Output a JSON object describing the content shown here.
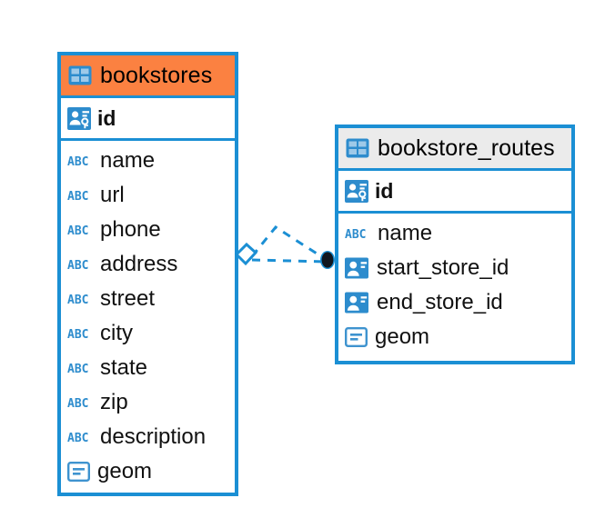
{
  "diagram": {
    "type": "entity-relationship-diagram",
    "background": "#ffffff",
    "accent_blue": "#1b8fd4",
    "accent_orange": "#fb8141",
    "header_grey": "#ebebeb"
  },
  "entities": [
    {
      "name": "bookstores",
      "header_color": "#fb8141",
      "primary_key": {
        "name": "id",
        "icon": "primary-key-icon"
      },
      "fields": [
        {
          "name": "name",
          "icon": "text-type-icon"
        },
        {
          "name": "url",
          "icon": "text-type-icon"
        },
        {
          "name": "phone",
          "icon": "text-type-icon"
        },
        {
          "name": "address",
          "icon": "text-type-icon"
        },
        {
          "name": "street",
          "icon": "text-type-icon"
        },
        {
          "name": "city",
          "icon": "text-type-icon"
        },
        {
          "name": "state",
          "icon": "text-type-icon"
        },
        {
          "name": "zip",
          "icon": "text-type-icon"
        },
        {
          "name": "description",
          "icon": "text-type-icon"
        },
        {
          "name": "geom",
          "icon": "geometry-type-icon"
        }
      ]
    },
    {
      "name": "bookstore_routes",
      "header_color": "#ebebeb",
      "primary_key": {
        "name": "id",
        "icon": "primary-key-icon"
      },
      "fields": [
        {
          "name": "name",
          "icon": "text-type-icon"
        },
        {
          "name": "start_store_id",
          "icon": "foreign-key-icon"
        },
        {
          "name": "end_store_id",
          "icon": "foreign-key-icon"
        },
        {
          "name": "geom",
          "icon": "geometry-type-icon"
        }
      ]
    }
  ],
  "relationship": {
    "from_entity": "bookstores",
    "to_entity": "bookstore_routes",
    "line_style": "dashed",
    "line_color": "#1b8fd4",
    "source_marker": "diamond-marker",
    "target_marker": "filled-dot-marker"
  },
  "icon_labels": {
    "table": "table-icon",
    "abc": "ABC"
  }
}
